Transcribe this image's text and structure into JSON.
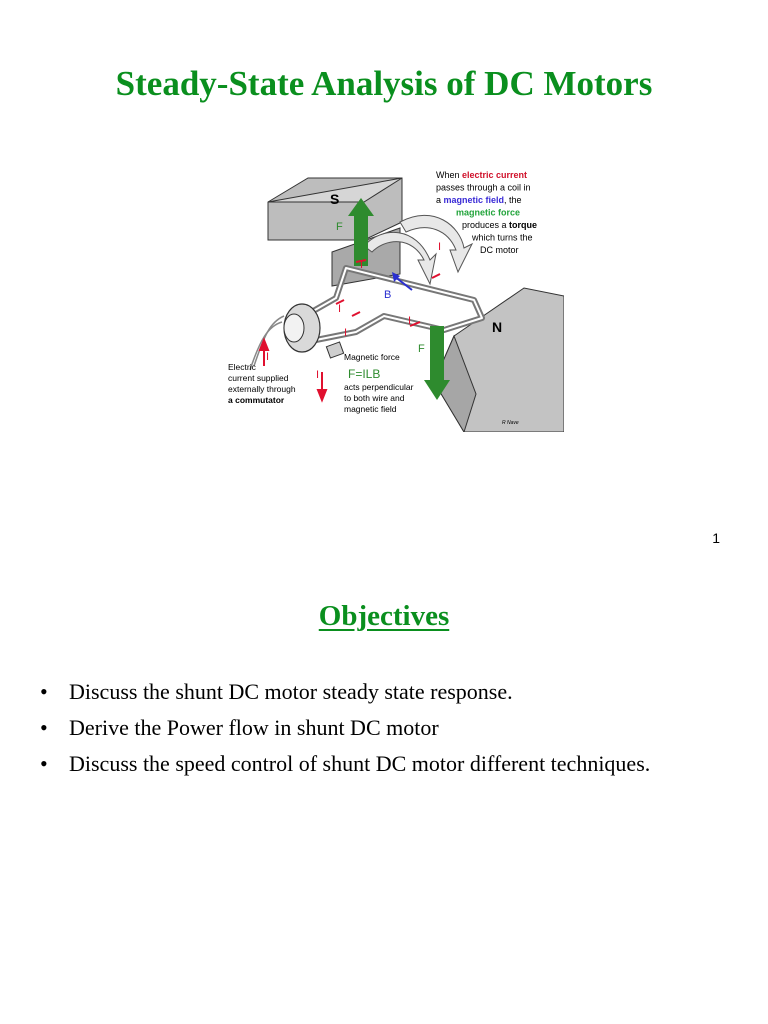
{
  "title": "Steady-State Analysis of DC Motors",
  "figure": {
    "caption_lines": [
      [
        {
          "t": "When ",
          "c": "#000"
        },
        {
          "t": "electric current",
          "c": "#d0102a"
        }
      ],
      [
        {
          "t": "passes through a  coil in",
          "c": "#000"
        }
      ],
      [
        {
          "t": "a ",
          "c": "#000"
        },
        {
          "t": "magnetic field",
          "c": "#3a2bd6"
        },
        {
          "t": ", the",
          "c": "#000"
        }
      ],
      [
        {
          "t": "magnetic force",
          "c": "#21a33a"
        }
      ],
      [
        {
          "t": "produces a ",
          "c": "#000"
        },
        {
          "t": "torque",
          "c": "#000"
        }
      ],
      [
        {
          "t": "which turns the",
          "c": "#000"
        }
      ],
      [
        {
          "t": "DC motor",
          "c": "#000"
        }
      ]
    ],
    "pole_s": "S",
    "pole_n": "N",
    "force_label": "F",
    "current_label": "I",
    "field_label": "B",
    "supply_text": [
      "Electric",
      "current supplied",
      "externally through",
      "a commutator"
    ],
    "magforce_title": "Magnetic force",
    "formula": "F=ILB",
    "magforce_desc": [
      "acts perpendicular",
      "to both wire and",
      "magnetic field"
    ],
    "credit": "R Nave",
    "colors": {
      "force": "#2e8b2e",
      "current": "#e0102f",
      "field": "#2a2fd0",
      "pole": "#bcbcbc"
    }
  },
  "page_number": "1",
  "objectives": {
    "heading": "Objectives",
    "items": [
      "Discuss the shunt DC motor steady state response.",
      "Derive the Power flow in shunt DC motor",
      "Discuss the speed control of shunt DC motor different techniques."
    ]
  }
}
